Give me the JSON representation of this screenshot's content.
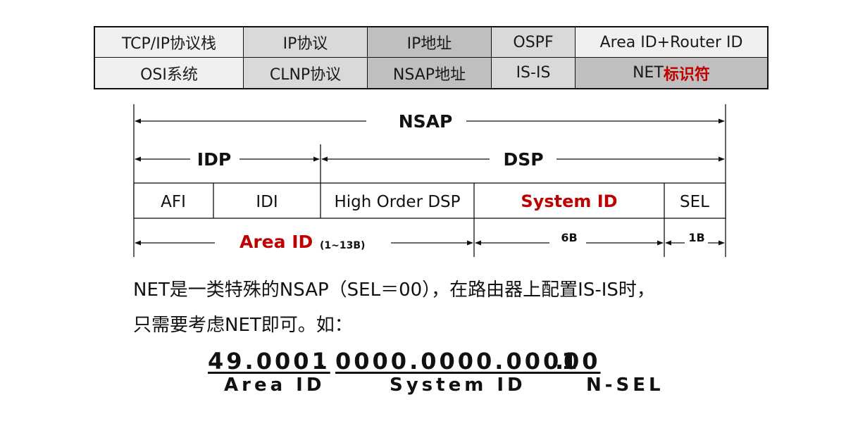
{
  "comparison_table": {
    "rows": [
      [
        "TCP/IP协议栈",
        "IP协议",
        "IP地址",
        "OSPF",
        "Area ID+Router ID"
      ],
      [
        "OSI系统",
        "CLNP协议",
        "NSAP地址",
        "IS-IS",
        "NET"
      ]
    ],
    "net_suffix": "标识符"
  },
  "structure": {
    "nsap_label": "NSAP",
    "idp_label": "IDP",
    "dsp_label": "DSP",
    "fields": [
      "AFI",
      "IDI",
      "High Order DSP",
      "System ID",
      "SEL"
    ],
    "area_label": "Area ID",
    "area_size": "(1~13B)",
    "system_size": "6B",
    "sel_size": "1B"
  },
  "description": {
    "line1": "NET是一类特殊的NSAP（SEL＝00），在路由器上配置IS-IS时，",
    "line2": "只需要考虑NET即可。如："
  },
  "example": {
    "area_value": "49.0001",
    "system_value": "0000.0000.0001",
    "sel_value": "00",
    "separator": ".",
    "area_caption": "Area ID",
    "system_caption": "System ID",
    "sel_caption": "N-SEL"
  },
  "colors": {
    "highlight": "#c00000"
  }
}
